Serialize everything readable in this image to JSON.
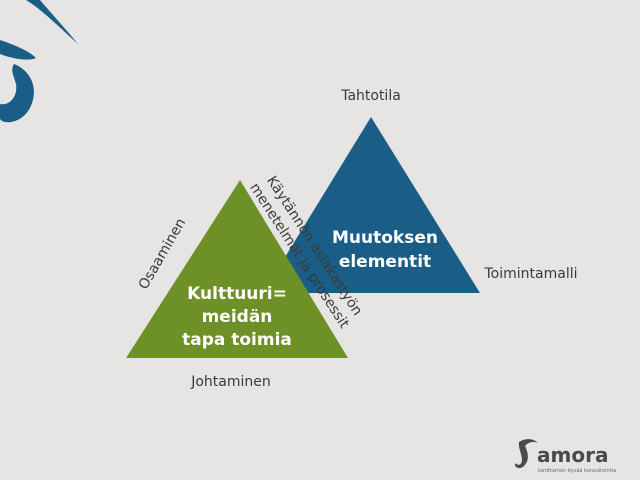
{
  "colors": {
    "background": "#e7e5e3",
    "blue_triangle": "#1a5d87",
    "green_triangle": "#6e9127",
    "deco_swirl": "#1a5d87",
    "label_text": "#3a3a3a"
  },
  "labels": {
    "top": "Tahtotila",
    "right": "Toimintamalli",
    "bottom": "Johtaminen",
    "left_rotated": "Osaaminen",
    "diagonal_line1": "Käytännön asiakastyön",
    "diagonal_line2": "menetelmät ja prosessit"
  },
  "blue_triangle_text": {
    "line1": "Muutoksen",
    "line2": "elementit"
  },
  "green_triangle_text": {
    "line1": "Kulttuuri=",
    "line2": "meidän",
    "line3": "tapa toimia"
  },
  "logo": {
    "name": "amora",
    "tagline": "tarottamon kyvää konsultointia"
  }
}
